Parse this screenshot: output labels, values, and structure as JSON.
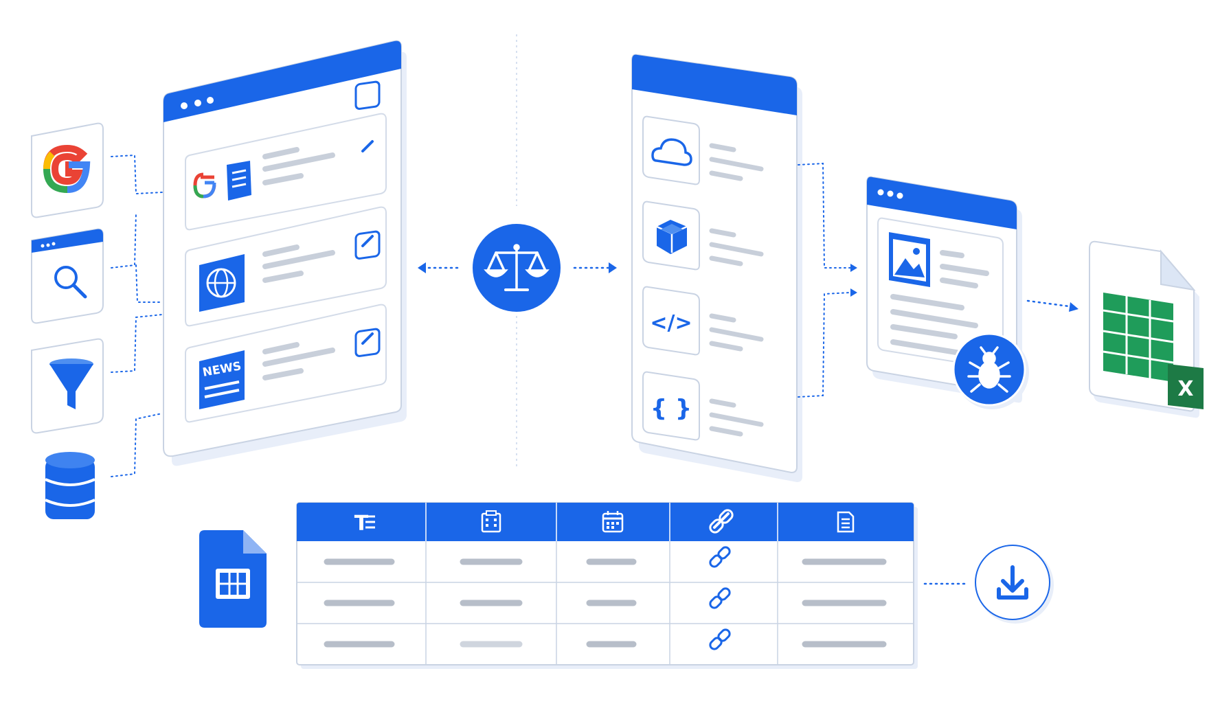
{
  "colors": {
    "brand_blue": "#1a66e8",
    "blue_light": "#dce8fb",
    "line_gray": "#c8cfda",
    "panel_stroke": "#c9d3e3",
    "bg": "#ffffff",
    "sheets_green": "#1f9c5a",
    "excel_green": "#1d7a45"
  },
  "sources": {
    "items": [
      {
        "icon": "google-icon"
      },
      {
        "icon": "browser-search-icon"
      },
      {
        "icon": "funnel-filter-icon"
      },
      {
        "icon": "database-icon"
      }
    ]
  },
  "results_window": {
    "cards": [
      {
        "icon": "google-docs-icon",
        "action_icon": "link-icon"
      },
      {
        "icon": "globe-icon",
        "action_icon": "link-icon"
      },
      {
        "icon": "news-icon",
        "label": "NEWS",
        "action_icon": "link-icon"
      }
    ]
  },
  "center": {
    "icon": "balance-scale-icon"
  },
  "formats_window": {
    "items": [
      {
        "icon": "cloud-icon"
      },
      {
        "icon": "cube-icon"
      },
      {
        "icon": "code-tag-icon",
        "glyph": "</>"
      },
      {
        "icon": "json-braces-icon",
        "glyph": "{ }"
      }
    ]
  },
  "scraper": {
    "icon": "bug-icon",
    "image_icon": "image-icon"
  },
  "excel": {
    "badge": "X"
  },
  "table": {
    "header_icons": [
      "text-format-icon",
      "building-icon",
      "calendar-icon",
      "link-icon",
      "document-icon"
    ],
    "rows": 3
  },
  "download": {
    "icon": "download-icon"
  }
}
